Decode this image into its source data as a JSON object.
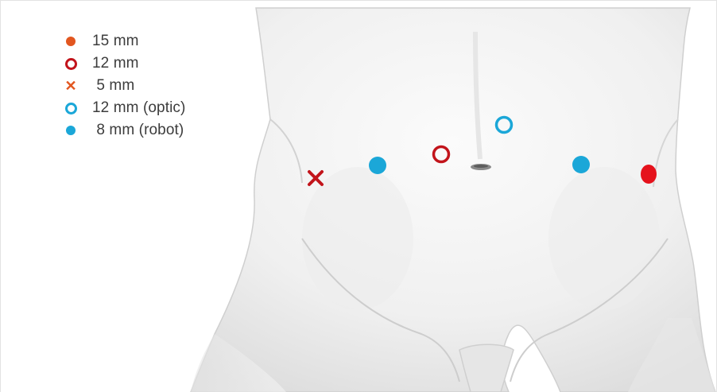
{
  "colors": {
    "port_15mm": "#e2561f",
    "port_12mm": "#c2141b",
    "port_5mm": "#e2561f",
    "port_optic": "#1ba7d8",
    "port_robot": "#1ba7d8",
    "port_assist_red": "#e5121c"
  },
  "legend": [
    {
      "symbol": "filled-dot",
      "color": "#e2561f",
      "label": "15 mm"
    },
    {
      "symbol": "ring",
      "color": "#c2141b",
      "label": "12 mm"
    },
    {
      "symbol": "cross",
      "color": "#e2561f",
      "label": " 5 mm"
    },
    {
      "symbol": "ring",
      "color": "#1ba7d8",
      "label": "12 mm (optic)"
    },
    {
      "symbol": "filled-dot",
      "color": "#1ba7d8",
      "label": " 8 mm (robot)"
    }
  ]
}
